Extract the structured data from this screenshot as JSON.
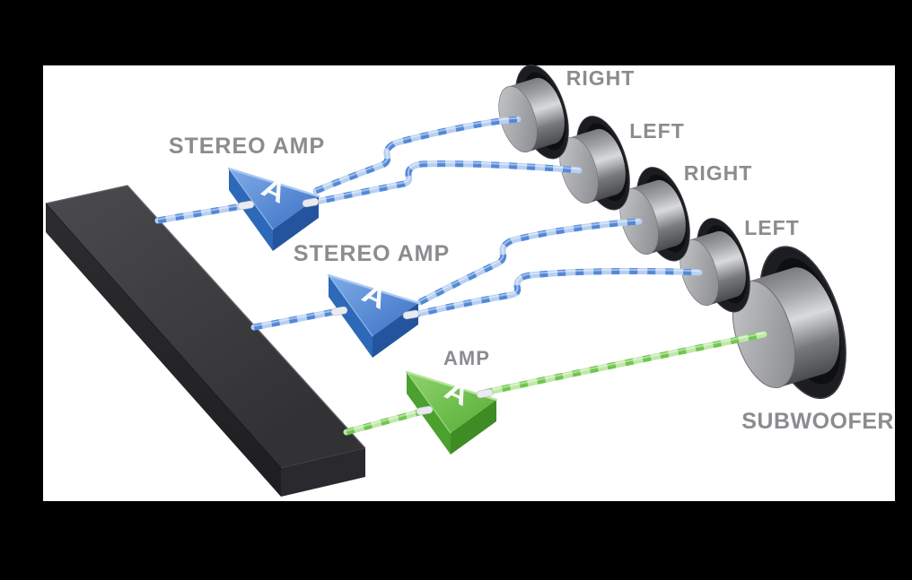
{
  "diagram": {
    "colors": {
      "background": "#000000",
      "panel": "#ffffff",
      "label": "#8a8c8f",
      "wire_blue": "#b6cff2",
      "wire_blue_dash": "#4b82d6",
      "wire_green": "#bfe8a6",
      "wire_green_dash": "#69c247",
      "amp_blue": "#3f76c9",
      "amp_green": "#5cb63c",
      "slab": "#38383c",
      "speaker_gray": "#9b9ca0",
      "speaker_ring": "#1c1d20"
    },
    "amps": [
      {
        "id": "stereo-amp-1",
        "label": "STEREO AMP",
        "letter": "A",
        "type": "stereo",
        "color": "#3f76c9"
      },
      {
        "id": "stereo-amp-2",
        "label": "STEREO AMP",
        "letter": "A",
        "type": "stereo",
        "color": "#3f76c9"
      },
      {
        "id": "mono-amp",
        "label": "AMP",
        "letter": "A",
        "type": "mono",
        "color": "#5cb63c"
      }
    ],
    "speakers": [
      {
        "id": "speaker-right-1",
        "label": "RIGHT"
      },
      {
        "id": "speaker-left-1",
        "label": "LEFT"
      },
      {
        "id": "speaker-right-2",
        "label": "RIGHT"
      },
      {
        "id": "speaker-left-2",
        "label": "LEFT"
      },
      {
        "id": "subwoofer",
        "label": "SUBWOOFER"
      }
    ],
    "connections": [
      {
        "from": "source",
        "to": "stereo-amp-1",
        "color": "blue"
      },
      {
        "from": "source",
        "to": "stereo-amp-2",
        "color": "blue"
      },
      {
        "from": "source",
        "to": "mono-amp",
        "color": "green"
      },
      {
        "from": "stereo-amp-1",
        "to": "speaker-right-1",
        "color": "blue"
      },
      {
        "from": "stereo-amp-1",
        "to": "speaker-left-1",
        "color": "blue"
      },
      {
        "from": "stereo-amp-2",
        "to": "speaker-right-2",
        "color": "blue"
      },
      {
        "from": "stereo-amp-2",
        "to": "speaker-left-2",
        "color": "blue"
      },
      {
        "from": "mono-amp",
        "to": "subwoofer",
        "color": "green"
      }
    ]
  }
}
